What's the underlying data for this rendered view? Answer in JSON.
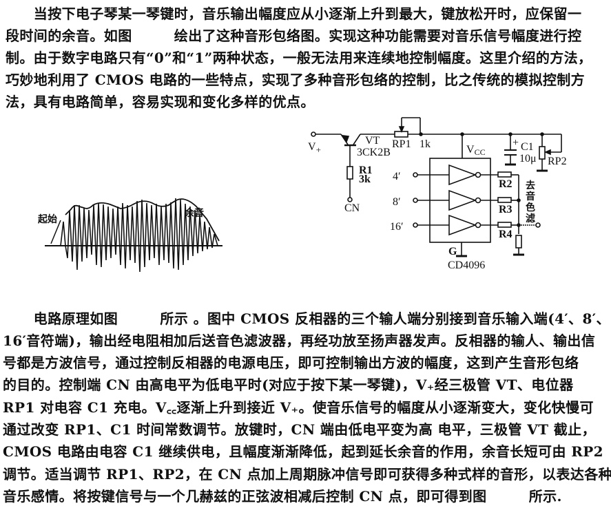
{
  "intro_paragraph": {
    "lines": [
      "　　当按下电子琴某一琴键时，音乐输出幅度应从小逐渐上升到最大，键放松开时，应保留一",
      "段时间的余音。如图　　　绘出了这种音形包络图。实现这种功能需要对音乐信号幅度进行控",
      "制。由于数字电路只有“0”和“1”两种状态，一般无法用来连续地控制幅度。这里介绍的方法，",
      "巧妙地利用了 CMOS 电路的一些特点，实现了多种音形包络的控制，比之传统的模拟控制方",
      "法，具有电路简单，容易实现和变化多样的优点。"
    ]
  },
  "envelope_figure": {
    "label_attack": "起始",
    "label_release": "余音"
  },
  "circuit_figure": {
    "v_plus": "V",
    "v_plus_sub": "+",
    "transistor_name": "VT",
    "transistor_model": "3CK2B",
    "rp1": "RP1",
    "rp1_value": "1k",
    "r1": "R1",
    "r1_value": "3k",
    "cn": "CN",
    "vcc": "V",
    "vcc_sub": "CC",
    "c1": "C1",
    "c1_plus": "+",
    "c1_value": "10μ",
    "rp2": "RP2",
    "inputs": [
      "4′",
      "8′",
      "16′"
    ],
    "resistors": [
      "R2",
      "R3",
      "R4"
    ],
    "output_label_chars": [
      "去",
      "音",
      "色",
      "滤"
    ],
    "ground_label": "G",
    "ic_model": "CD4096"
  },
  "principle_paragraph": {
    "lines": [
      "　　电路原理如图　　　所示 。图中 CMOS 反相器的三个输人端分别接到音乐输入端(4′、8′、",
      "16′音符端)，输出经电阻相加后送音色滤波器，再经功放至扬声器发声。反相器的输人、输出信",
      "号都是方波信号，通过控制反相器的电源电压，即可控制输出方波的幅度，这到产生音形包络",
      "的目的。控制端 CN 由高电平为低电平时(对应于按下某一琴键)，V₊经三极管 VT、电位器",
      "RP1 对电容 C1 充电。V꜀꜀逐渐上升到接近 V₊。使音乐信号的幅度从小逐渐变大，变化快慢可",
      "通过改变 RP1、C1 时间常数调节。放键时，CN 端由低电平变为高 电平，三极管 VT 截止，",
      "CMOS 电路由电容 C1 继续供电，且幅度渐渐降低，起到延长余音的作用，余音长短可由 RP2",
      "调节。适当调节 RP1、RP2，在 CN 点加上周期脉冲信号即可获得多种式样的音形，以表达各种",
      "音乐感情。将按键信号与一个几赫兹的正弦波相减后控制 CN 点，即可得到图　　　所示."
    ]
  }
}
